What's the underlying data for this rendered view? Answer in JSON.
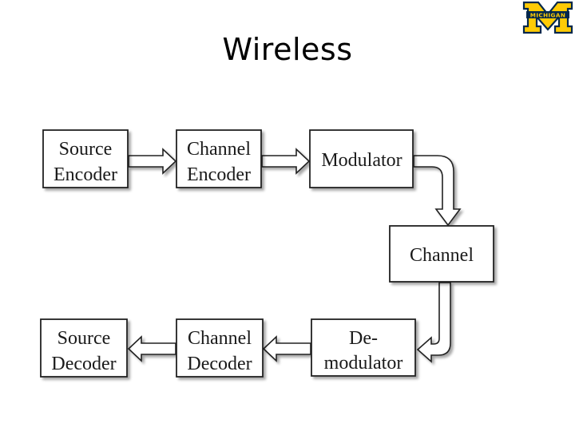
{
  "slide": {
    "title": "Wireless"
  },
  "logo": {
    "text": "MICHIGAN",
    "colors": {
      "block": "#ffcb05",
      "outline": "#00274c"
    }
  },
  "diagram": {
    "blocks": {
      "source_encoder": [
        "Source",
        "Encoder"
      ],
      "channel_encoder": [
        "Channel",
        "Encoder"
      ],
      "modulator": [
        "Modulator"
      ],
      "channel": [
        "Channel"
      ],
      "demodulator": [
        "De-",
        "modulator"
      ],
      "channel_decoder": [
        "Channel",
        "Decoder"
      ],
      "source_decoder": [
        "Source",
        "Decoder"
      ]
    }
  }
}
